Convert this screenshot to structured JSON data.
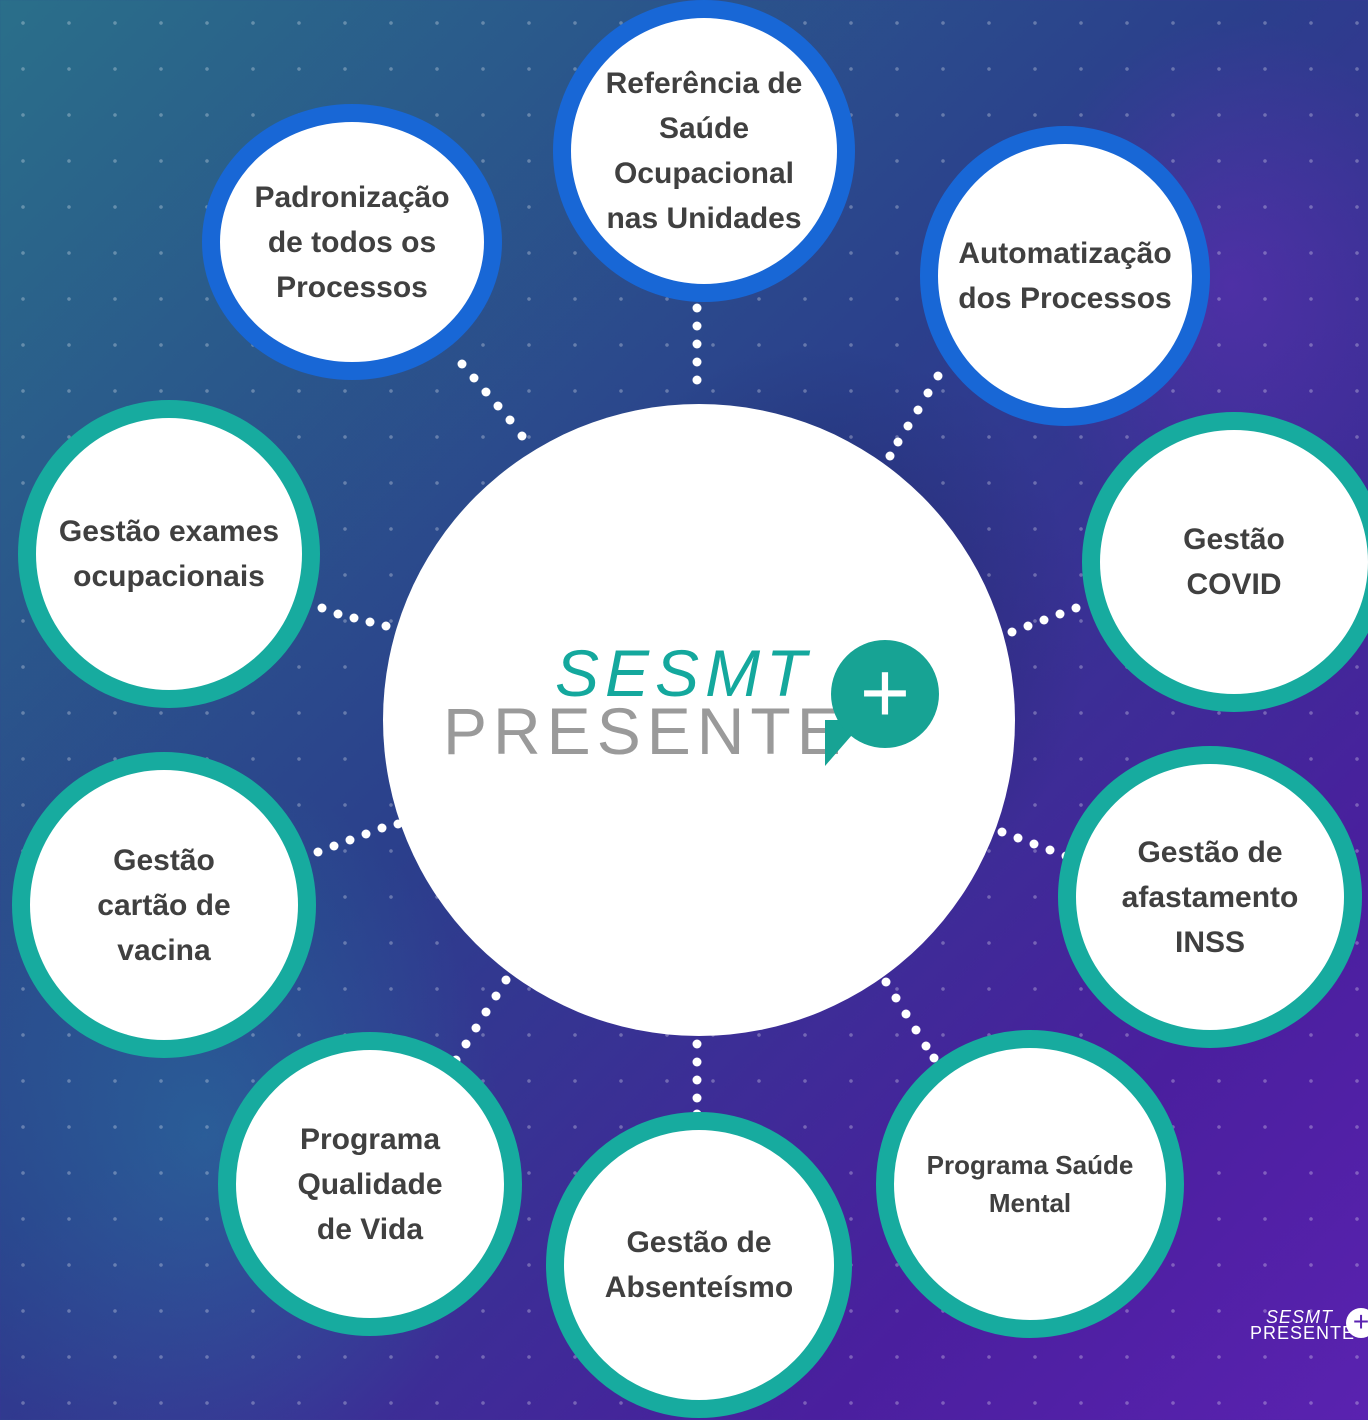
{
  "logo": {
    "line1": "SESMT",
    "line2": "PRESENTE",
    "symbol": "+"
  },
  "corner_logo": {
    "line1": "SESMT",
    "line2": "PRESENTE",
    "symbol": "+"
  },
  "nodes": [
    {
      "label": "Referência de\nSaúde\nOcupacional\nnas Unidades",
      "color": "blue"
    },
    {
      "label": "Padronização\nde todos os\nProcessos",
      "color": "blue"
    },
    {
      "label": "Automatização\ndos Processos",
      "color": "blue"
    },
    {
      "label": "Gestão exames\nocupacionais",
      "color": "teal"
    },
    {
      "label": "Gestão\nCOVID",
      "color": "teal"
    },
    {
      "label": "Gestão\ncartão de\nvacina",
      "color": "teal"
    },
    {
      "label": "Gestão de\nafastamento\nINSS",
      "color": "teal"
    },
    {
      "label": "Programa\nQualidade\nde Vida",
      "color": "teal"
    },
    {
      "label": "Programa Saúde\nMental",
      "color": "teal"
    },
    {
      "label": "Gestão de\nAbsenteísmo",
      "color": "teal"
    }
  ],
  "colors": {
    "blue_ring": "#1867d6",
    "teal_ring": "#17ab9f",
    "label_text": "#404040",
    "logo_teal": "#14a89d",
    "logo_gray": "#9a9a9a"
  }
}
